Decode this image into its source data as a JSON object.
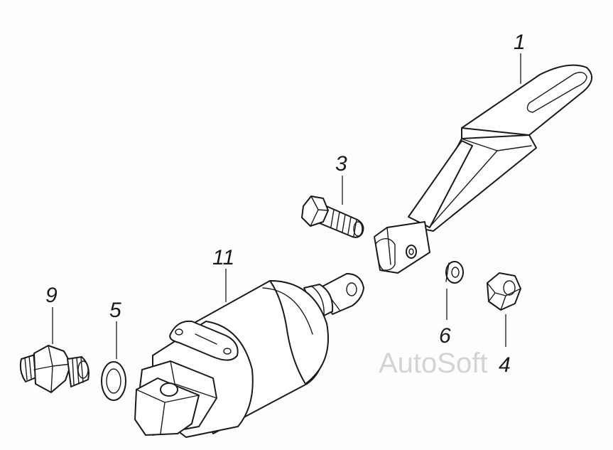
{
  "callouts": [
    {
      "id": "1",
      "part": "lever"
    },
    {
      "id": "3",
      "part": "bolt"
    },
    {
      "id": "4",
      "part": "nut"
    },
    {
      "id": "5",
      "part": "washer"
    },
    {
      "id": "6",
      "part": "spring-washer"
    },
    {
      "id": "9",
      "part": "union-fitting"
    },
    {
      "id": "11",
      "part": "cylinder"
    }
  ],
  "watermark": "AutoSoft",
  "colors": {
    "ink": "#1a1a1a",
    "paper": "#fdfdfb",
    "watermark": "#d4d4d4"
  }
}
